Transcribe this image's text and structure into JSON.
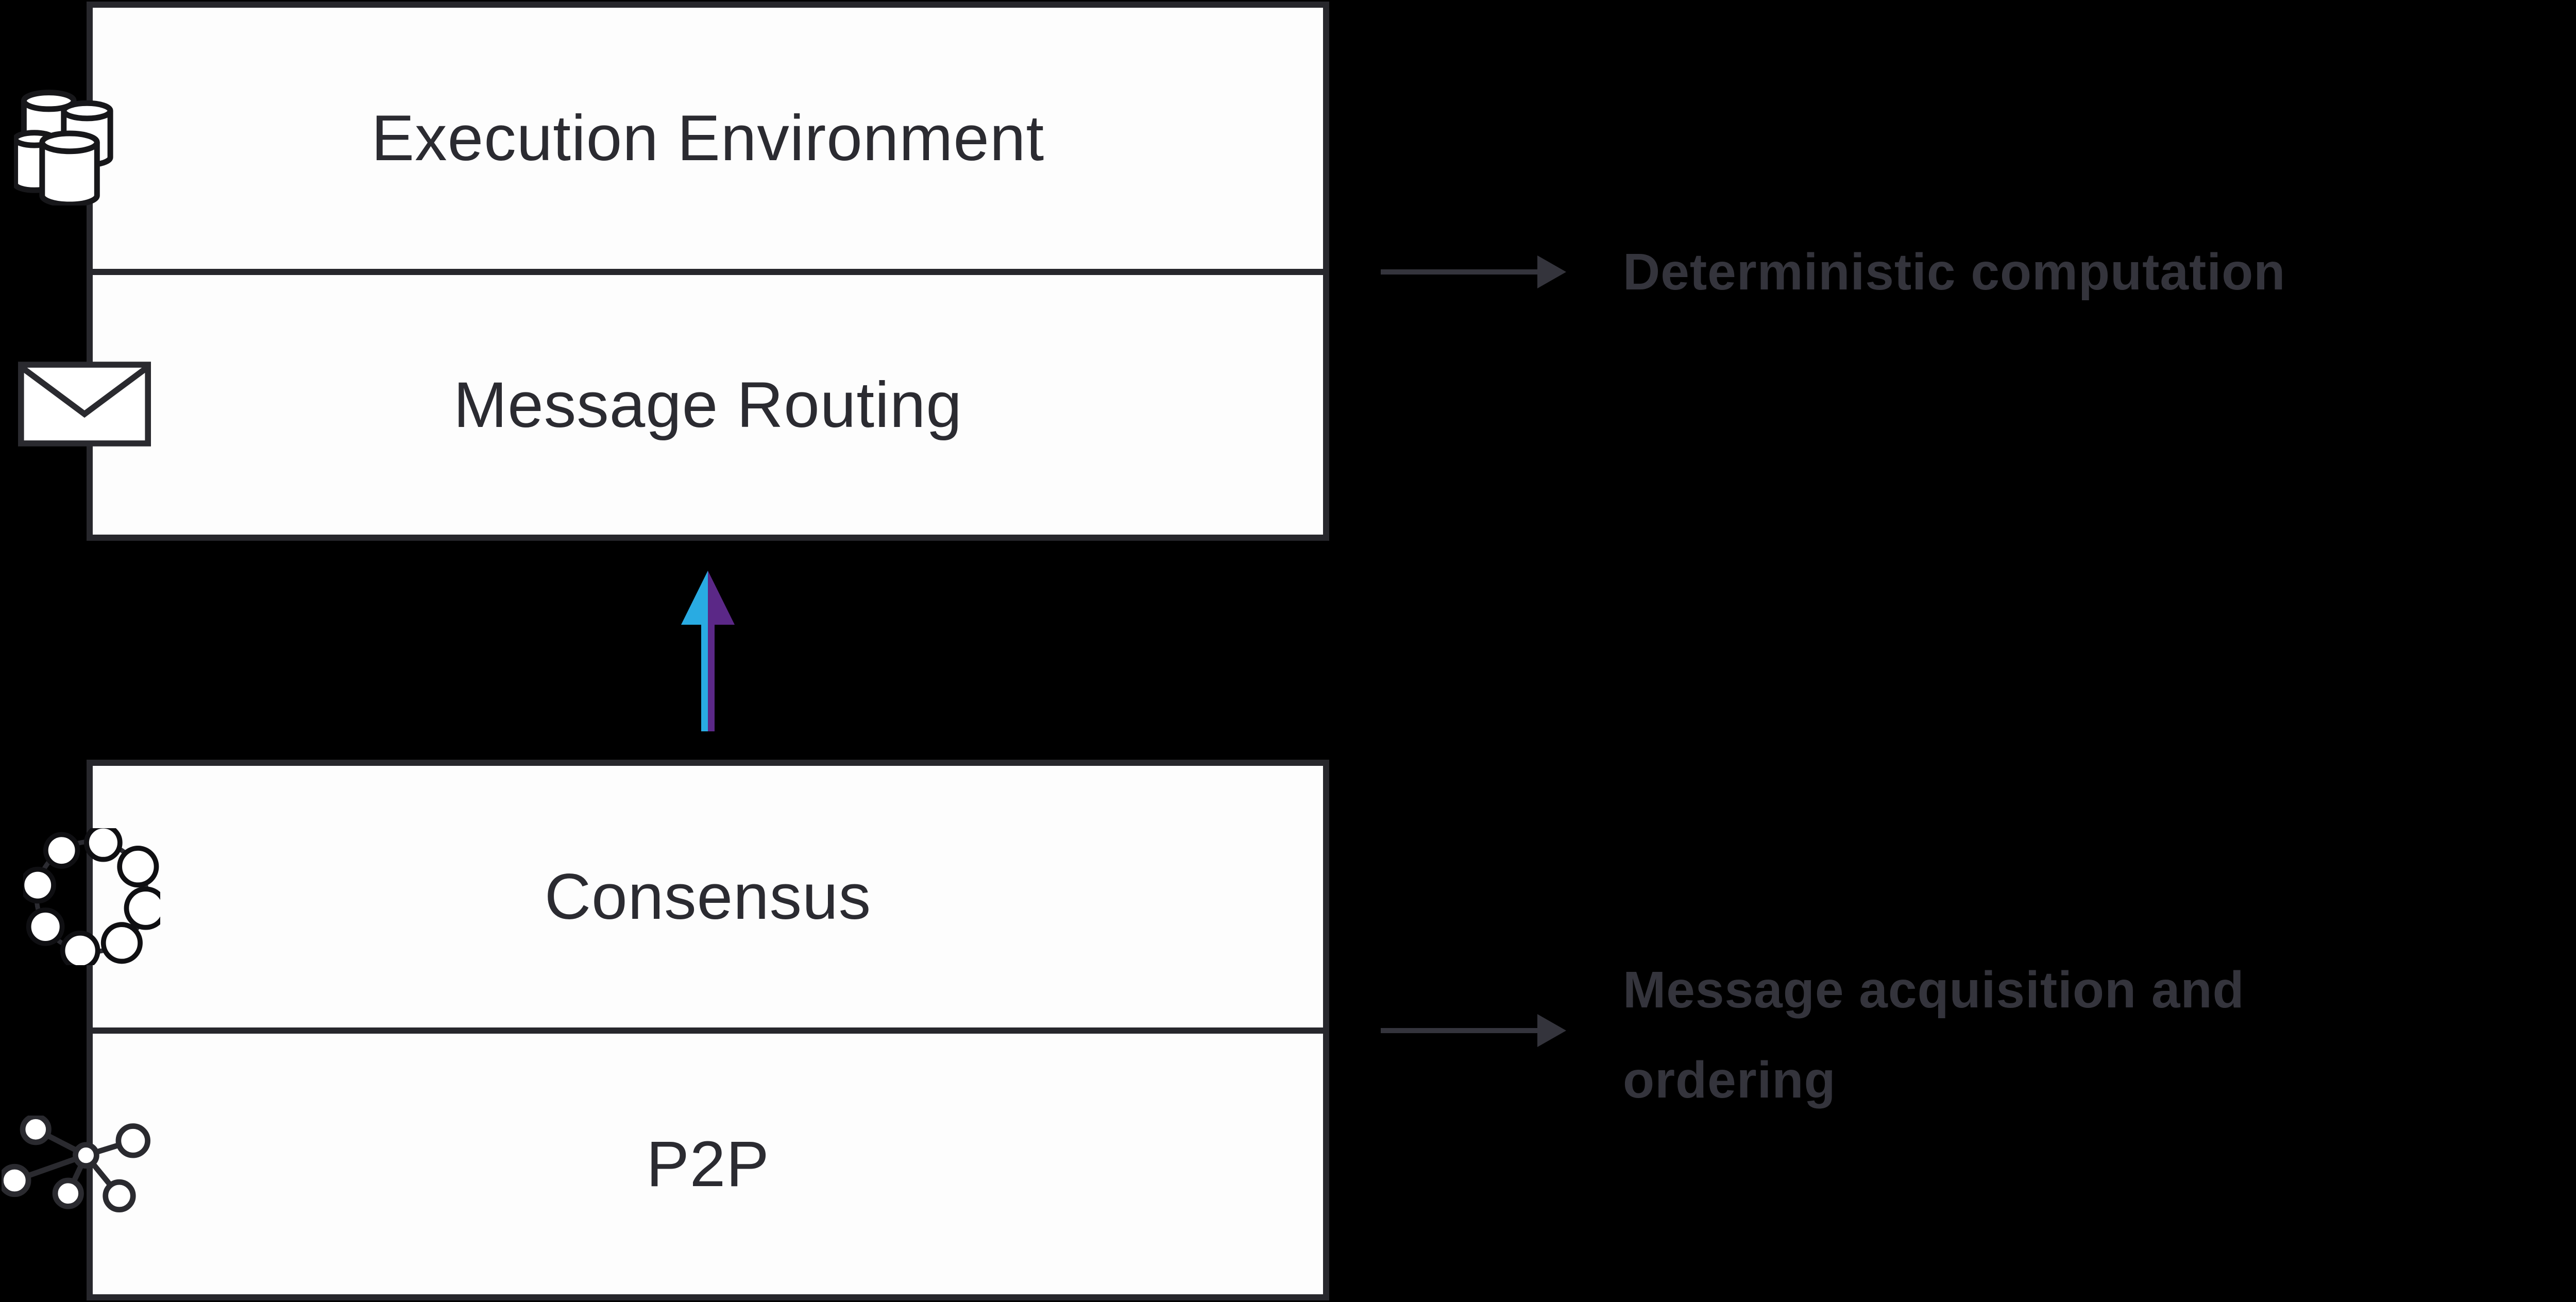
{
  "diagram_title": "protocol layer stack",
  "colors": {
    "background": "#000000",
    "box_fill": "#fdfdfd",
    "box_border": "#27272c",
    "box_text": "#2b2b31",
    "annotation_gray": "#34343c",
    "flow_arrow_cyan": "#29abe2",
    "flow_arrow_purple": "#5b2887",
    "icon_ink": "#1d1d22"
  },
  "stacks": [
    {
      "name": "upper",
      "boxes": [
        {
          "label": "Execution Environment",
          "icon": "database-cluster-icon"
        },
        {
          "label": "Message Routing",
          "icon": "envelope-icon"
        }
      ]
    },
    {
      "name": "lower",
      "boxes": [
        {
          "label": "Consensus",
          "icon": "node-ring-icon"
        },
        {
          "label": "P2P",
          "icon": "network-hub-icon"
        }
      ]
    }
  ],
  "flow_arrow": {
    "direction": "up"
  },
  "annotations": [
    {
      "text": "Deterministic computation"
    },
    {
      "text": "Message acquisition and ordering"
    }
  ]
}
